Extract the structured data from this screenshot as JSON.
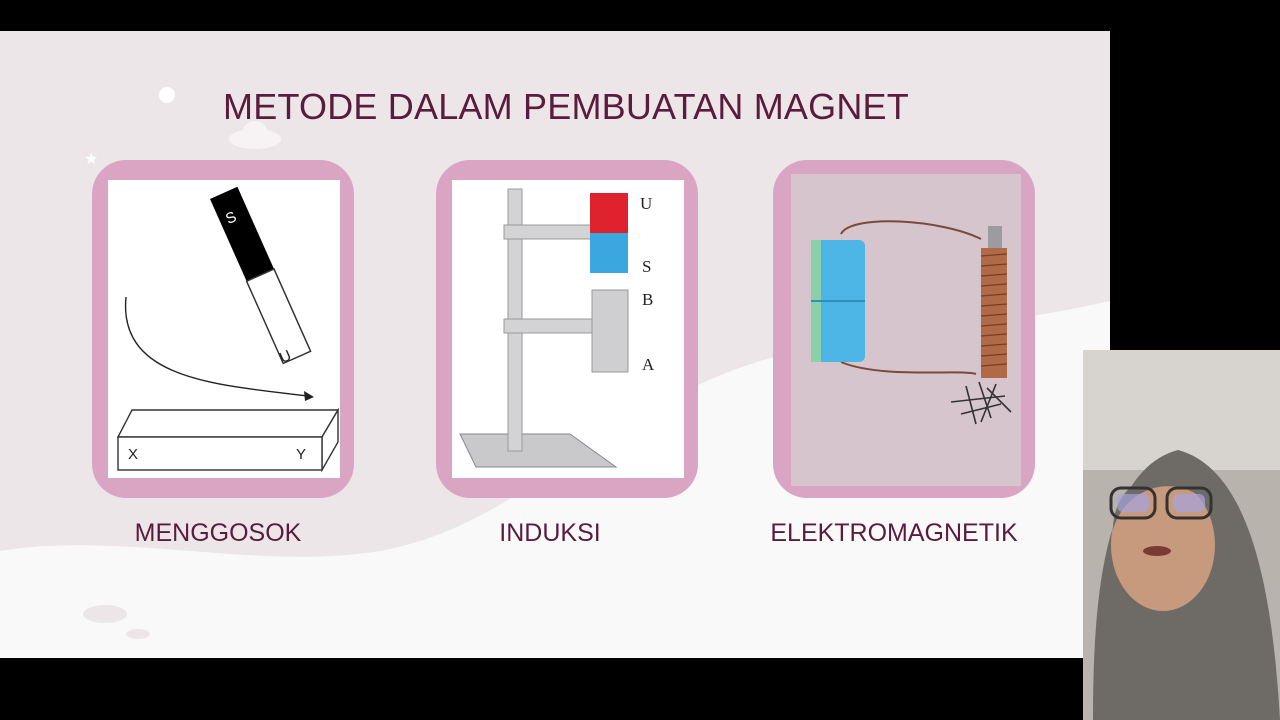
{
  "slide": {
    "title": "METODE DALAM PEMBUATAN MAGNET",
    "methods": [
      {
        "caption": "MENGGOSOK",
        "labels": {
          "magnet_top": "S",
          "magnet_bottom": "U",
          "bar_left": "X",
          "bar_right": "Y"
        }
      },
      {
        "caption": "INDUKSI",
        "labels": {
          "u": "U",
          "s": "S",
          "b": "B",
          "a": "A"
        }
      },
      {
        "caption": "ELEKTROMAGNETIK"
      }
    ]
  },
  "colors": {
    "title": "#5a1c3c",
    "card_frame": "#d9a5c3",
    "slide_background": "#ece6e9"
  },
  "webcam": {
    "description_icon": "presenter-video"
  }
}
